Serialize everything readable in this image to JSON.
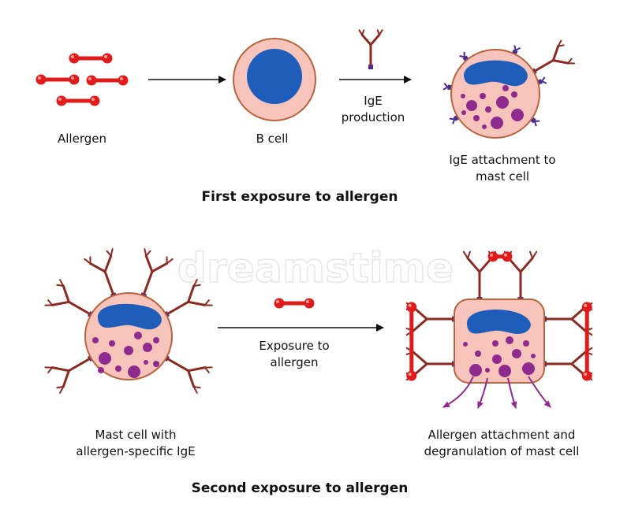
{
  "colors": {
    "allergen": "#e01b1b",
    "cell_fill": "#f7c4bb",
    "cell_stroke": "#b8643f",
    "nucleus": "#1f5dbb",
    "granule": "#8f2a8f",
    "ige": "#8b2a20",
    "receptor": "#4b2a8f",
    "arrow": "#111111"
  },
  "icons": {
    "allergen": "allergen-dumbbell-icon",
    "antibody": "ige-antibody-icon",
    "b_cell": "b-cell-icon",
    "mast_cell": "mast-cell-icon"
  },
  "top": {
    "allergen_label": "Allergen",
    "bcell_label": "B cell",
    "ige_production": [
      "IgE",
      "production"
    ],
    "attachment": [
      "IgE attachment to",
      "mast cell"
    ],
    "title": "First exposure to allergen"
  },
  "bottom": {
    "exposure": [
      "Exposure to",
      "allergen"
    ],
    "mast_cell": [
      "Mast cell with",
      "allergen-specific IgE"
    ],
    "degranulation": [
      "Allergen attachment and",
      "degranulation of mast cell"
    ],
    "title": "Second exposure to allergen"
  },
  "watermark": "dreamstime"
}
